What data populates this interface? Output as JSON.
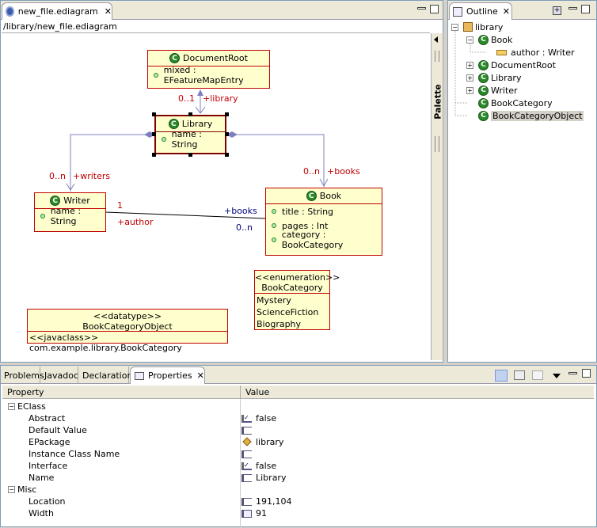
{
  "editor": {
    "tab_title": "new_file.ediagram",
    "path": "/library/new_file.ediagram",
    "palette_label": "Palette"
  },
  "diagram": {
    "document_root": {
      "name": "DocumentRoot",
      "attrs": [
        "mixed : EFeatureMapEntry"
      ]
    },
    "library": {
      "name": "Library",
      "attrs": [
        "name : String"
      ]
    },
    "writer": {
      "name": "Writer",
      "attrs": [
        "name : String"
      ]
    },
    "book": {
      "name": "Book",
      "attrs": [
        "title : String",
        "pages : Int",
        "category : BookCategory"
      ]
    },
    "enum": {
      "stereotype": "<<enumeration>>",
      "name": "BookCategory",
      "literals": [
        "Mystery",
        "ScienceFiction",
        "Biography"
      ]
    },
    "datatype": {
      "stereotype": "<<datatype>>",
      "name": "BookCategoryObject",
      "javaclass": "<<javaclass>> com.example.library.BookCategory"
    },
    "labels": {
      "root_mult": "0..1",
      "root_role": "+library",
      "writers_mult": "0..n",
      "writers_role": "+writers",
      "books_mult": "0..n",
      "books_role": "+books",
      "author_mult": "1",
      "author_role": "+author",
      "wb_role": "+books",
      "wb_mult": "0..n"
    }
  },
  "outline": {
    "tab_title": "Outline",
    "items": [
      "library",
      "Book",
      "author : Writer",
      "DocumentRoot",
      "Library",
      "Writer",
      "BookCategory",
      "BookCategoryObject"
    ]
  },
  "bottom": {
    "tabs": [
      "Problems",
      "Javadoc",
      "Declaration",
      "Properties"
    ],
    "columns": [
      "Property",
      "Value"
    ],
    "sections": [
      {
        "name": "EClass",
        "rows": [
          {
            "prop": "Abstract",
            "value": "false",
            "icon": "boolean-icon"
          },
          {
            "prop": "Default Value",
            "value": "",
            "icon": "text-icon"
          },
          {
            "prop": "EPackage",
            "value": "library",
            "icon": "package-icon"
          },
          {
            "prop": "Instance Class Name",
            "value": "",
            "icon": "text-icon"
          },
          {
            "prop": "Interface",
            "value": "false",
            "icon": "boolean-icon"
          },
          {
            "prop": "Name",
            "value": "Library",
            "icon": "text-icon"
          }
        ]
      },
      {
        "name": "Misc",
        "rows": [
          {
            "prop": "Location",
            "value": "191,104",
            "icon": "text-icon"
          },
          {
            "prop": "Width",
            "value": "91",
            "icon": "number-icon"
          }
        ]
      }
    ]
  }
}
